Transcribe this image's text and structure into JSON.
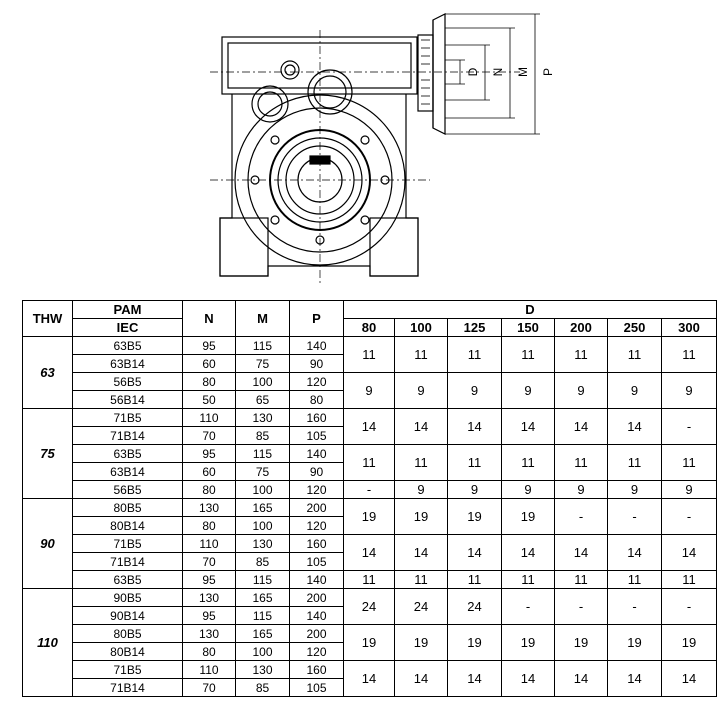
{
  "drawing": {
    "dim_labels": [
      "D",
      "N",
      "M",
      "P"
    ]
  },
  "table": {
    "headers": {
      "thw": "THW",
      "pam": "PAM",
      "iec": "IEC",
      "n": "N",
      "m": "M",
      "p": "P",
      "d": "D",
      "d_sizes": [
        "80",
        "100",
        "125",
        "150",
        "200",
        "250",
        "300"
      ]
    },
    "groups": [
      {
        "thw": "63",
        "rows": [
          {
            "iec": "63B5",
            "n": "95",
            "m": "115",
            "p": "140"
          },
          {
            "iec": "63B14",
            "n": "60",
            "m": "75",
            "p": "90"
          },
          {
            "iec": "56B5",
            "n": "80",
            "m": "100",
            "p": "120"
          },
          {
            "iec": "56B14",
            "n": "50",
            "m": "65",
            "p": "80"
          }
        ],
        "d_blocks": [
          {
            "span": 2,
            "values": [
              "11",
              "11",
              "11",
              "11",
              "11",
              "11",
              "11"
            ]
          },
          {
            "span": 2,
            "values": [
              "9",
              "9",
              "9",
              "9",
              "9",
              "9",
              "9"
            ]
          }
        ]
      },
      {
        "thw": "75",
        "rows": [
          {
            "iec": "71B5",
            "n": "110",
            "m": "130",
            "p": "160"
          },
          {
            "iec": "71B14",
            "n": "70",
            "m": "85",
            "p": "105"
          },
          {
            "iec": "63B5",
            "n": "95",
            "m": "115",
            "p": "140"
          },
          {
            "iec": "63B14",
            "n": "60",
            "m": "75",
            "p": "90"
          },
          {
            "iec": "56B5",
            "n": "80",
            "m": "100",
            "p": "120"
          }
        ],
        "d_blocks": [
          {
            "span": 2,
            "values": [
              "14",
              "14",
              "14",
              "14",
              "14",
              "14",
              "-"
            ]
          },
          {
            "span": 2,
            "values": [
              "11",
              "11",
              "11",
              "11",
              "11",
              "11",
              "11"
            ]
          },
          {
            "span": 1,
            "values": [
              "-",
              "9",
              "9",
              "9",
              "9",
              "9",
              "9"
            ]
          }
        ]
      },
      {
        "thw": "90",
        "rows": [
          {
            "iec": "80B5",
            "n": "130",
            "m": "165",
            "p": "200"
          },
          {
            "iec": "80B14",
            "n": "80",
            "m": "100",
            "p": "120"
          },
          {
            "iec": "71B5",
            "n": "110",
            "m": "130",
            "p": "160"
          },
          {
            "iec": "71B14",
            "n": "70",
            "m": "85",
            "p": "105"
          },
          {
            "iec": "63B5",
            "n": "95",
            "m": "115",
            "p": "140"
          }
        ],
        "d_blocks": [
          {
            "span": 2,
            "values": [
              "19",
              "19",
              "19",
              "19",
              "-",
              "-",
              "-"
            ]
          },
          {
            "span": 2,
            "values": [
              "14",
              "14",
              "14",
              "14",
              "14",
              "14",
              "14"
            ]
          },
          {
            "span": 1,
            "values": [
              "11",
              "11",
              "11",
              "11",
              "11",
              "11",
              "11"
            ]
          }
        ]
      },
      {
        "thw": "110",
        "rows": [
          {
            "iec": "90B5",
            "n": "130",
            "m": "165",
            "p": "200"
          },
          {
            "iec": "90B14",
            "n": "95",
            "m": "115",
            "p": "140"
          },
          {
            "iec": "80B5",
            "n": "130",
            "m": "165",
            "p": "200"
          },
          {
            "iec": "80B14",
            "n": "80",
            "m": "100",
            "p": "120"
          },
          {
            "iec": "71B5",
            "n": "110",
            "m": "130",
            "p": "160"
          },
          {
            "iec": "71B14",
            "n": "70",
            "m": "85",
            "p": "105"
          }
        ],
        "d_blocks": [
          {
            "span": 2,
            "values": [
              "24",
              "24",
              "24",
              "-",
              "-",
              "-",
              "-"
            ]
          },
          {
            "span": 2,
            "values": [
              "19",
              "19",
              "19",
              "19",
              "19",
              "19",
              "19"
            ]
          },
          {
            "span": 2,
            "values": [
              "14",
              "14",
              "14",
              "14",
              "14",
              "14",
              "14"
            ]
          }
        ]
      }
    ]
  }
}
